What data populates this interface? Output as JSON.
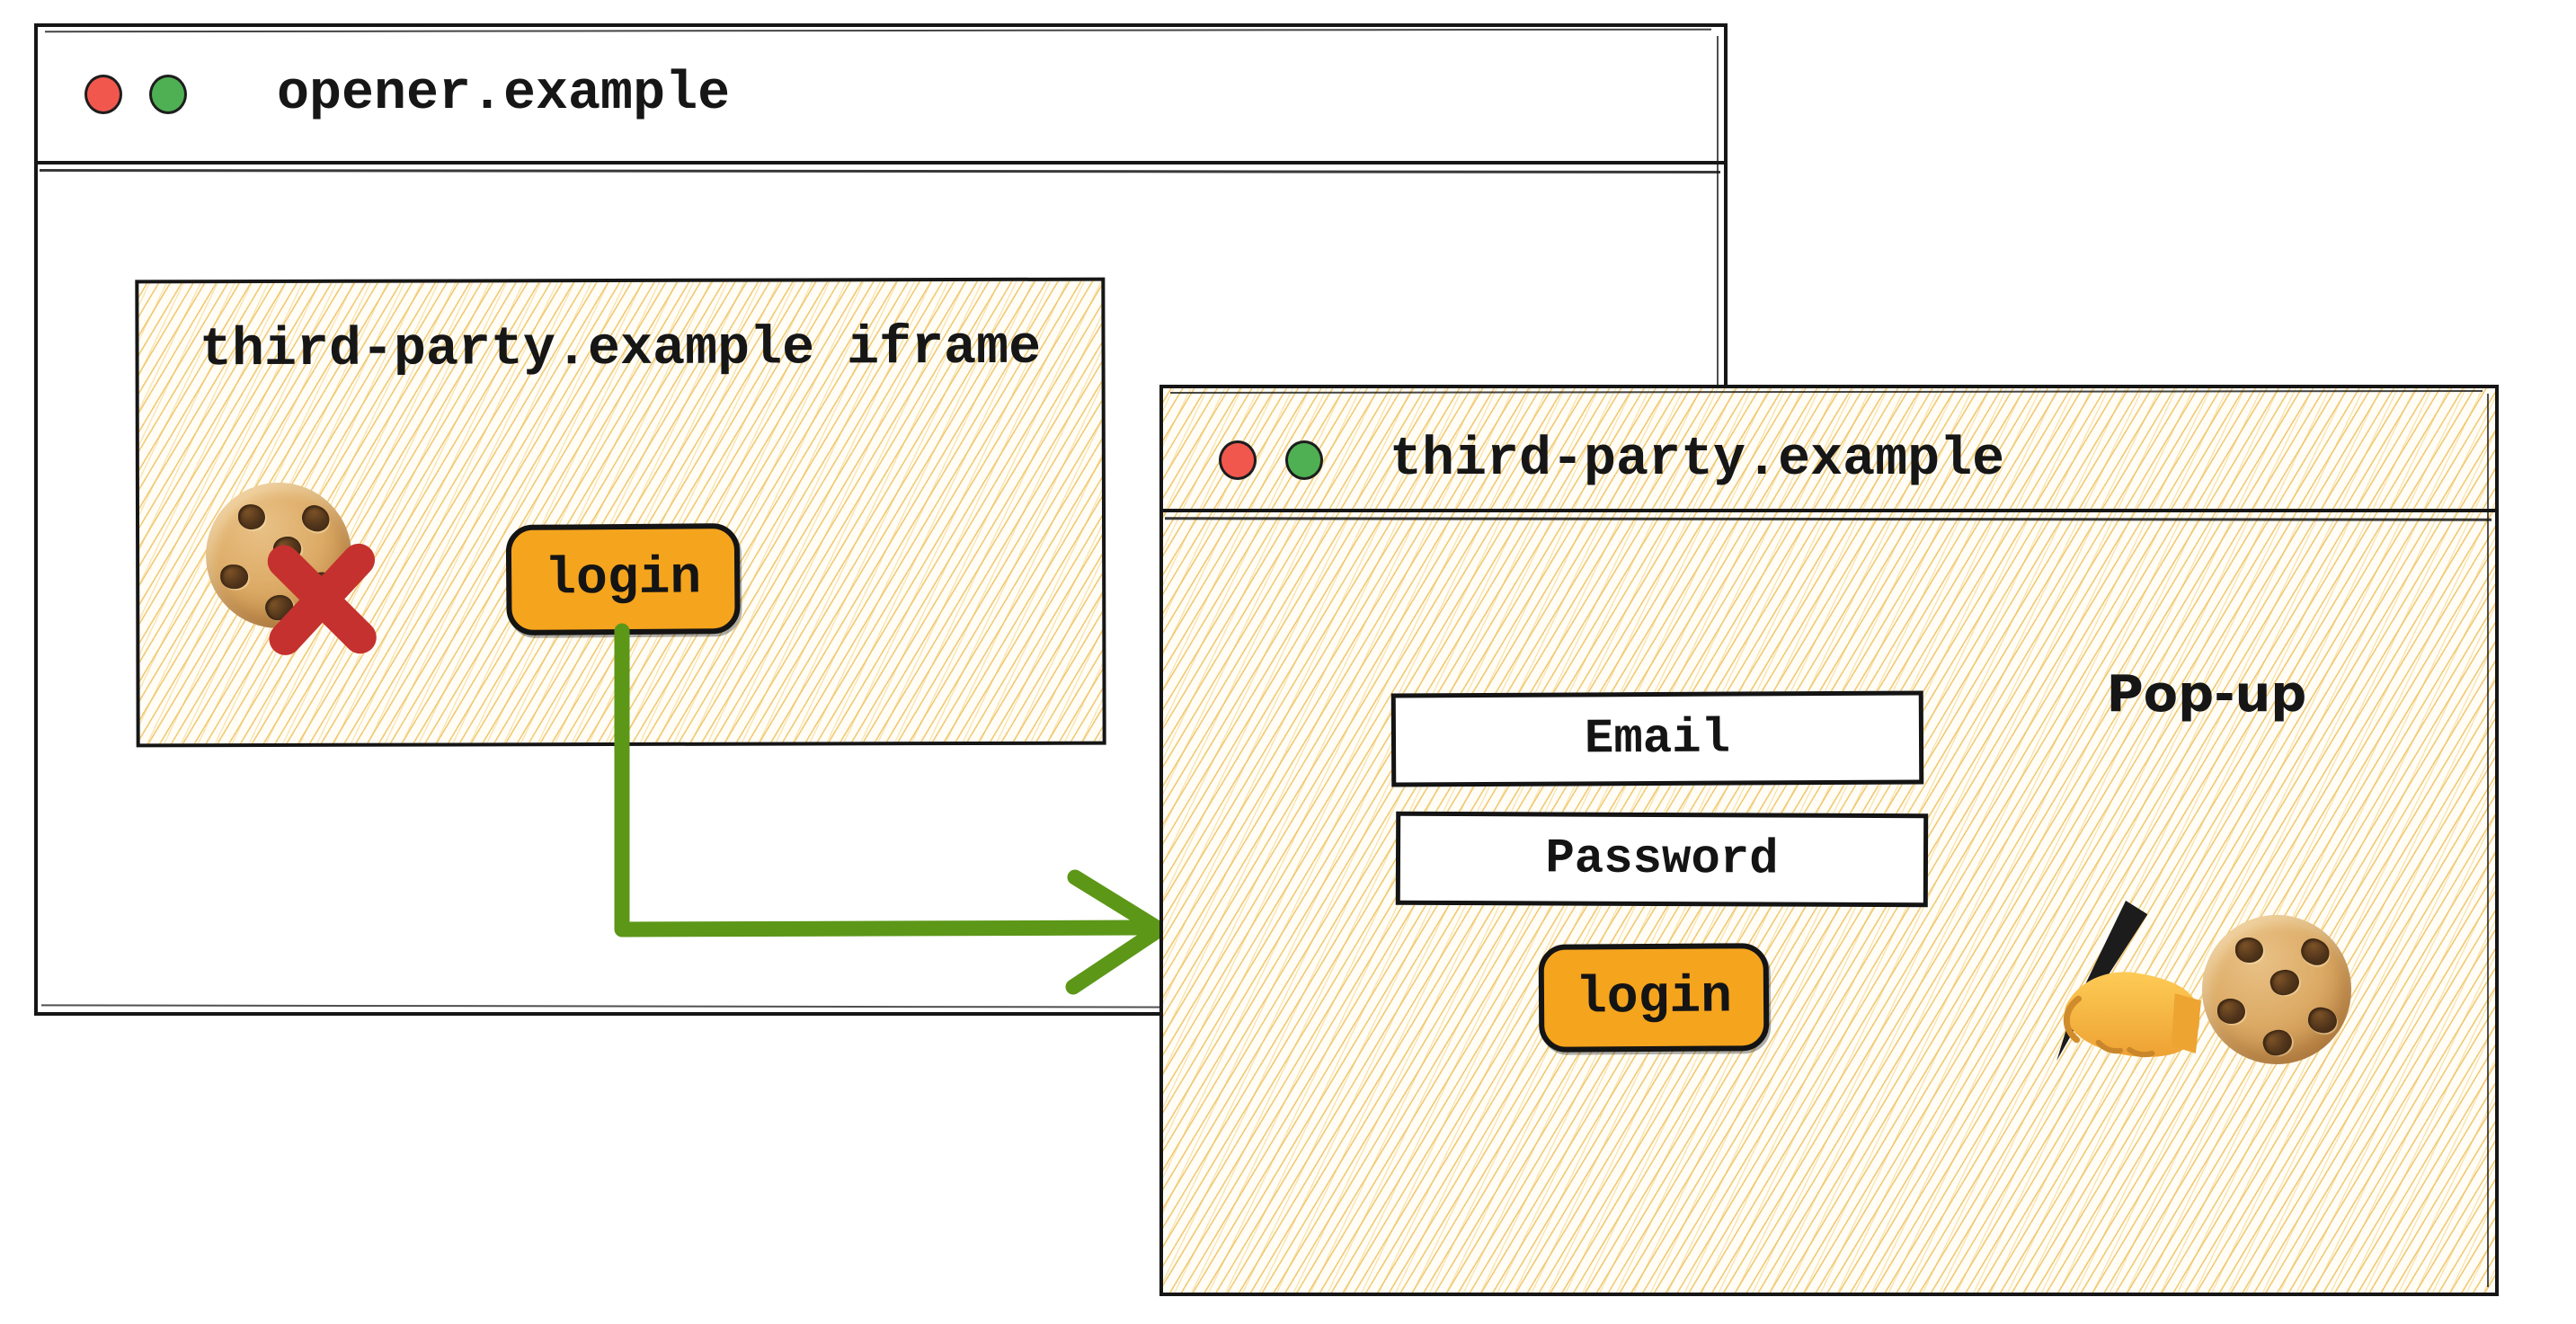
{
  "colors": {
    "ink": "#161616",
    "accent_orange": "#f5a41d",
    "arrow_green": "#5c9718",
    "blocked_red": "#c5312e",
    "dot_red": "#f2574e",
    "dot_green": "#4eb052",
    "hatch_yellow": "#f3cd80"
  },
  "icons": {
    "window_controls": [
      "red-dot",
      "green-dot"
    ],
    "cookie": "cookie-icon",
    "blocked": "red-x-icon",
    "writing_hand": "writing-hand-icon",
    "arrow": "green-arrow-right"
  },
  "opener_window": {
    "title": "opener.example",
    "iframe": {
      "title": "third-party.example iframe",
      "login_button_label": "login",
      "cookie_status": "blocked"
    }
  },
  "popup_window": {
    "title": "third-party.example",
    "annotation": "Pop-up",
    "form": {
      "email_placeholder": "Email",
      "password_placeholder": "Password",
      "login_button_label": "login"
    }
  }
}
